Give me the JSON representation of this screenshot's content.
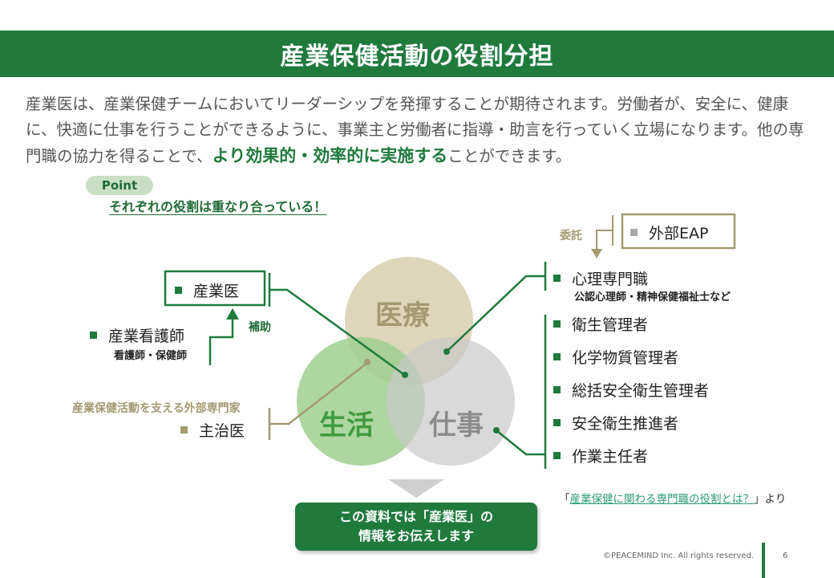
{
  "title": "産業保健活動の役割分担",
  "intro": {
    "before": "産業医は、産業保健チームにおいてリーダーシップを発揮することが期待されます。労働者が、安全に、健康に、快適に仕事を行うことができるように、事業主と労働者に指導・助言を行っていく立場になります。他の専門職の協力を得ることで、",
    "highlight": "より効果的・効率的に実施する",
    "after": "ことができます。"
  },
  "point": {
    "badge": "Point",
    "text": "それぞれの役割は重なり合っている！"
  },
  "circles": {
    "medical": "医療",
    "life": "生活",
    "work": "仕事"
  },
  "colors": {
    "brand_green": "#1f7a3c",
    "circle_medical": "#d9d2b3",
    "circle_life": "#9fcf8f",
    "circle_work": "#cfcfcf",
    "tan": "#a39a72"
  },
  "left": {
    "sangyoi": "産業医",
    "support_label": "補助",
    "nurse": "産業看護師",
    "nurse_sub": "看護師・保健師",
    "external_label": "産業保健活動を支える外部専門家",
    "doctor": "主治医"
  },
  "right": {
    "consign_label": "委託",
    "eap": "外部EAP",
    "psych": "心理専門職",
    "psych_sub": "公認心理師・精神保健福祉士など",
    "roles": [
      "衛生管理者",
      "化学物質管理者",
      "総括安全衛生管理者",
      "安全衛生推進者",
      "作業主任者"
    ]
  },
  "source": {
    "open": "「",
    "link": "産業保健に関わる専門職の役割とは？",
    "close": "」より"
  },
  "cta": {
    "line1": "この資料では「産業医」の",
    "line2": "情報をお伝えします"
  },
  "footer": {
    "copyright": "©PEACEMIND Inc. All rights reserved.",
    "page": "6"
  }
}
